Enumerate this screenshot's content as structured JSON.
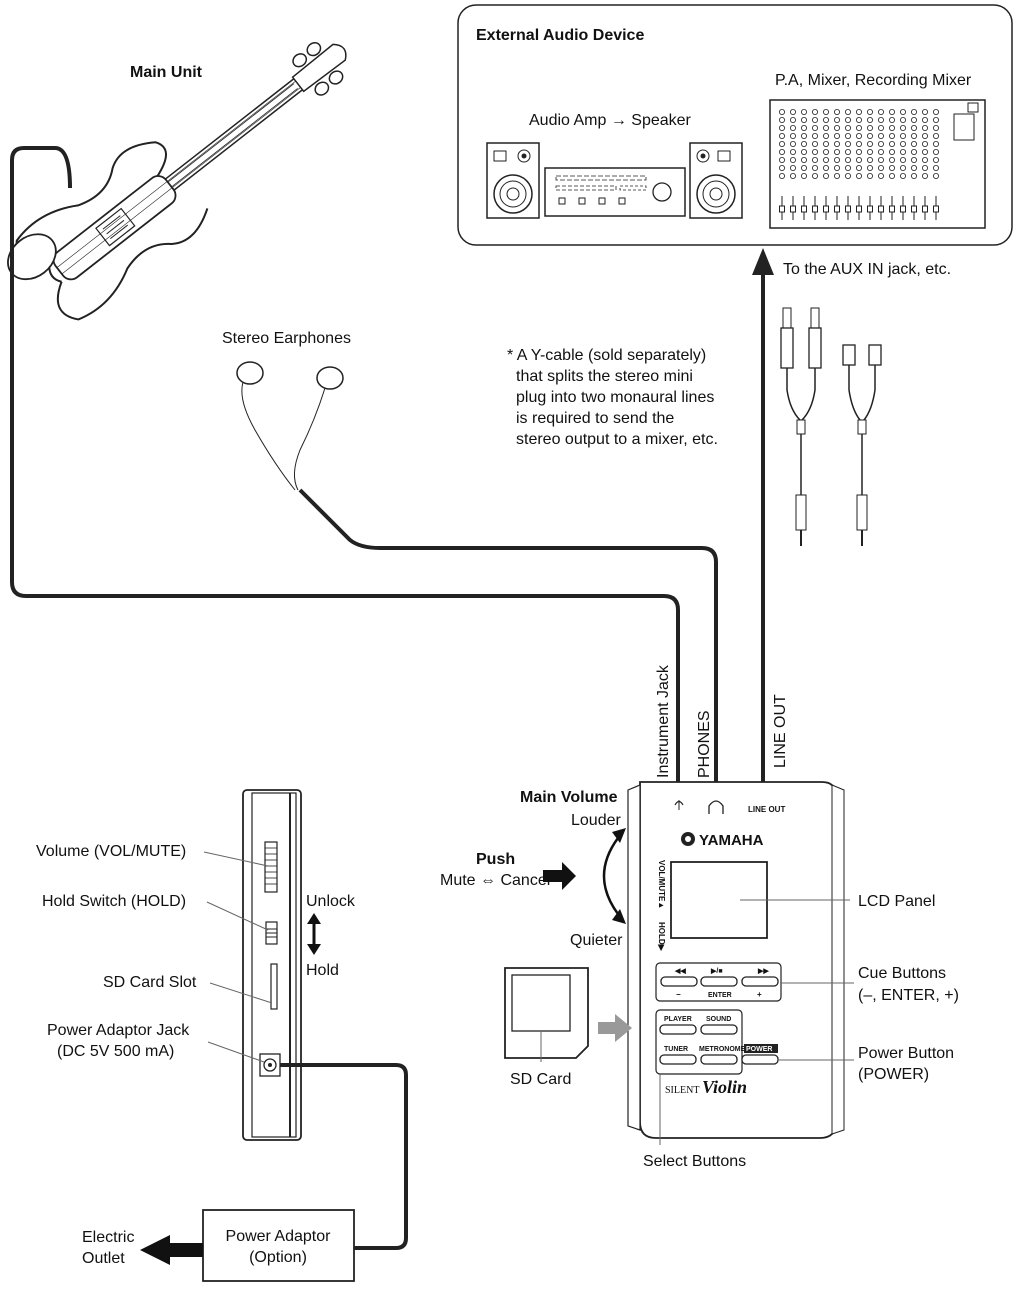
{
  "external_device": {
    "title": "External Audio Device",
    "amp_speaker": "Audio Amp → Speaker",
    "mixer": "P.A, Mixer, Recording Mixer"
  },
  "main_unit": "Main Unit",
  "stereo_earphones": "Stereo Earphones",
  "aux_in": "To the AUX IN jack, etc.",
  "ycable_note": [
    "* A Y-cable (sold separately)",
    "that splits the stereo mini",
    "plug into two monaural lines",
    "is required to send the",
    "stereo output to a mixer, etc."
  ],
  "jacks": {
    "instrument": "Instrument Jack",
    "phones": "PHONES",
    "line_out": "LINE OUT"
  },
  "main_volume": {
    "title": "Main Volume",
    "louder": "Louder",
    "push": "Push",
    "mute_cancel": "Mute ⇔ Cancel",
    "quieter": "Quieter"
  },
  "device": {
    "brand": "YAMAHA",
    "logo_script": "Violin",
    "logo_caps": "SILENT",
    "panel_line_out": "LINE OUT",
    "side_vol": "VOL/MUTE▲",
    "side_hold": "HOLD▶",
    "cue_enter": "ENTER",
    "cue_minus": "−",
    "cue_plus": "+",
    "btn_player": "PLAYER",
    "btn_sound": "SOUND",
    "btn_tuner": "TUNER",
    "btn_metronome": "METRONOME",
    "btn_power": "POWER"
  },
  "callouts": {
    "lcd": "LCD Panel",
    "cue": [
      "Cue Buttons",
      "(–, ENTER, +)"
    ],
    "power": [
      "Power Button",
      "(POWER)"
    ],
    "select": "Select Buttons",
    "sd_card": "SD Card"
  },
  "side_view": {
    "volume": "Volume (VOL/MUTE)",
    "hold": "Hold Switch (HOLD)",
    "unlock": "Unlock",
    "hold_word": "Hold",
    "sd_slot": "SD Card Slot",
    "power_jack": [
      "Power Adaptor Jack",
      "(DC 5V 500 mA)"
    ]
  },
  "power_adaptor": [
    "Power Adaptor",
    "(Option)"
  ],
  "electric_outlet": [
    "Electric",
    "Outlet"
  ]
}
